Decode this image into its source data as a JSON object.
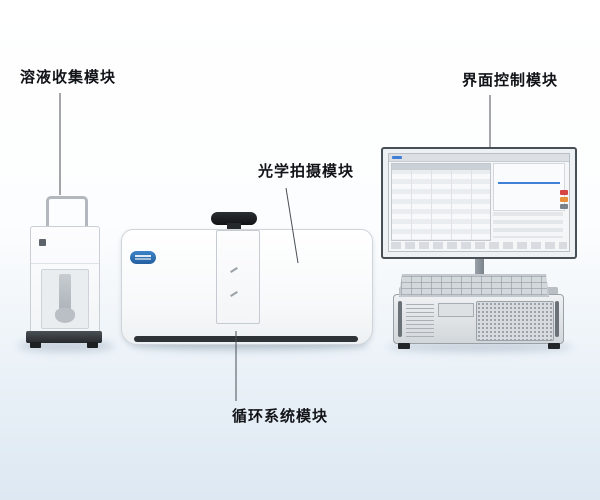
{
  "page": {
    "bg_top": "#ffffff",
    "bg_bottom": "#dde8f2"
  },
  "labels": {
    "solution_collection": "溶液收集模块",
    "interface_control": "界面控制模块",
    "optical_camera": "光学拍摄模块",
    "circulation_system": "循环系统模块"
  },
  "colors": {
    "label_text": "#121418",
    "connector_line": "#4a4f54",
    "instrument_body": "#ffffff",
    "knob_black": "#16181a",
    "base_dark": "#2e3338",
    "logo_blue": "#2a6fb5",
    "screen_accent_blue": "#3f7fd6",
    "screen_chip_red": "#d64541",
    "screen_chip_orange": "#e8913a"
  }
}
